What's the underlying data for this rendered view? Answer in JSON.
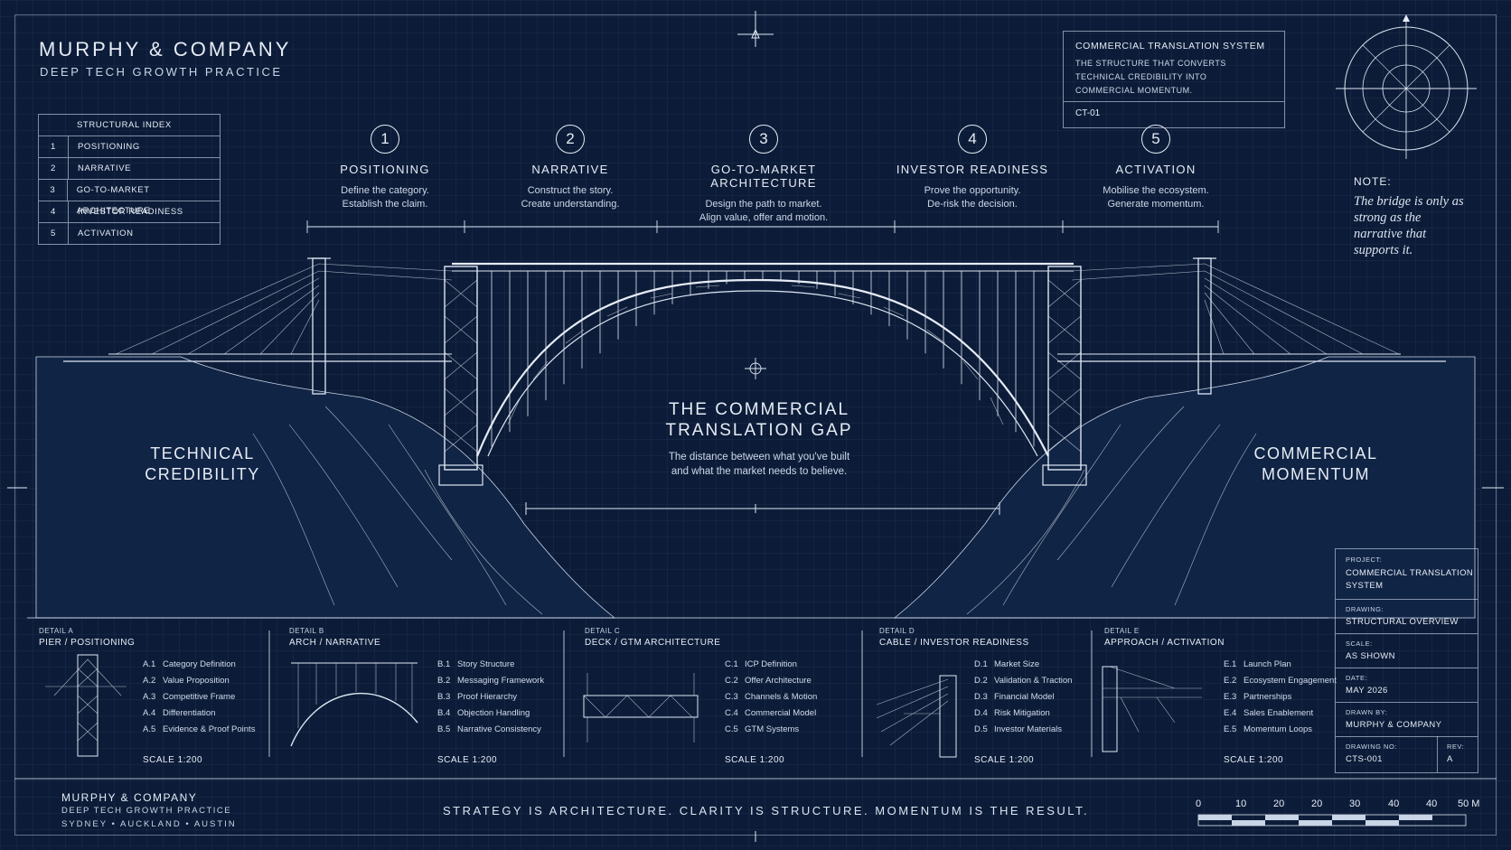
{
  "brand": {
    "name": "MURPHY & COMPANY",
    "subtitle": "DEEP TECH GROWTH PRACTICE"
  },
  "index": {
    "title": "STRUCTURAL INDEX",
    "items": [
      {
        "num": "1",
        "label": "POSITIONING"
      },
      {
        "num": "2",
        "label": "NARRATIVE"
      },
      {
        "num": "3",
        "label": "GO-TO-MARKET ARCHITECTURE"
      },
      {
        "num": "4",
        "label": "INVESTOR READINESS"
      },
      {
        "num": "5",
        "label": "ACTIVATION"
      }
    ]
  },
  "stages": [
    {
      "num": "1",
      "title": "POSITIONING",
      "line1": "Define the category.",
      "line2": "Establish the claim."
    },
    {
      "num": "2",
      "title": "NARRATIVE",
      "line1": "Construct the story.",
      "line2": "Create understanding."
    },
    {
      "num": "3",
      "title": "GO-TO-MARKET ARCHITECTURE",
      "line1": "Design the path to market.",
      "line2": "Align value, offer and motion."
    },
    {
      "num": "4",
      "title": "INVESTOR READINESS",
      "line1": "Prove the opportunity.",
      "line2": "De-risk the decision."
    },
    {
      "num": "5",
      "title": "ACTIVATION",
      "line1": "Mobilise the ecosystem.",
      "line2": "Generate momentum."
    }
  ],
  "system": {
    "title": "COMMERCIAL TRANSLATION SYSTEM",
    "line1": "THE STRUCTURE THAT CONVERTS",
    "line2": "TECHNICAL CREDIBILITY INTO",
    "line3": "COMMERCIAL MOMENTUM.",
    "code": "CT-01"
  },
  "note": {
    "label": "NOTE:",
    "text": "The bridge is only as strong as the narrative that supports it."
  },
  "left_bank": {
    "line1": "TECHNICAL",
    "line2": "CREDIBILITY"
  },
  "right_bank": {
    "line1": "COMMERCIAL",
    "line2": "MOMENTUM"
  },
  "gap": {
    "line1": "THE COMMERCIAL",
    "line2": "TRANSLATION GAP",
    "line3": "The distance between what you've built",
    "line4": "and what the market needs to believe."
  },
  "details": [
    {
      "label": "DETAIL A",
      "title": "PIER / POSITIONING",
      "items": [
        {
          "code": "A.1",
          "text": "Category Definition"
        },
        {
          "code": "A.2",
          "text": "Value Proposition"
        },
        {
          "code": "A.3",
          "text": "Competitive Frame"
        },
        {
          "code": "A.4",
          "text": "Differentiation"
        },
        {
          "code": "A.5",
          "text": "Evidence & Proof Points"
        }
      ],
      "scale": "SCALE 1:200"
    },
    {
      "label": "DETAIL B",
      "title": "ARCH / NARRATIVE",
      "items": [
        {
          "code": "B.1",
          "text": "Story Structure"
        },
        {
          "code": "B.2",
          "text": "Messaging Framework"
        },
        {
          "code": "B.3",
          "text": "Proof Hierarchy"
        },
        {
          "code": "B.4",
          "text": "Objection Handling"
        },
        {
          "code": "B.5",
          "text": "Narrative Consistency"
        }
      ],
      "scale": "SCALE 1:200"
    },
    {
      "label": "DETAIL C",
      "title": "DECK / GTM ARCHITECTURE",
      "items": [
        {
          "code": "C.1",
          "text": "ICP Definition"
        },
        {
          "code": "C.2",
          "text": "Offer Architecture"
        },
        {
          "code": "C.3",
          "text": "Channels & Motion"
        },
        {
          "code": "C.4",
          "text": "Commercial Model"
        },
        {
          "code": "C.5",
          "text": "GTM Systems"
        }
      ],
      "scale": "SCALE 1:200"
    },
    {
      "label": "DETAIL D",
      "title": "CABLE / INVESTOR READINESS",
      "items": [
        {
          "code": "D.1",
          "text": "Market Size"
        },
        {
          "code": "D.2",
          "text": "Validation & Traction"
        },
        {
          "code": "D.3",
          "text": "Financial Model"
        },
        {
          "code": "D.4",
          "text": "Risk Mitigation"
        },
        {
          "code": "D.5",
          "text": "Investor Materials"
        }
      ],
      "scale": "SCALE 1:200"
    },
    {
      "label": "DETAIL E",
      "title": "APPROACH / ACTIVATION",
      "items": [
        {
          "code": "E.1",
          "text": "Launch Plan"
        },
        {
          "code": "E.2",
          "text": "Ecosystem Engagement"
        },
        {
          "code": "E.3",
          "text": "Partnerships"
        },
        {
          "code": "E.4",
          "text": "Sales Enablement"
        },
        {
          "code": "E.5",
          "text": "Momentum Loops"
        }
      ],
      "scale": "SCALE 1:200"
    }
  ],
  "title_block": {
    "project_label": "PROJECT:",
    "project_value_1": "COMMERCIAL TRANSLATION",
    "project_value_2": "SYSTEM",
    "drawing_label": "DRAWING:",
    "drawing_value": "STRUCTURAL OVERVIEW",
    "scale_label": "SCALE:",
    "scale_value": "AS SHOWN",
    "date_label": "DATE:",
    "date_value": "MAY 2026",
    "drawn_label": "DRAWN BY:",
    "drawn_value": "MURPHY & COMPANY",
    "drawing_no_label": "DRAWING NO:",
    "drawing_no_value": "CTS-001",
    "rev_label": "REV:",
    "rev_value": "A"
  },
  "footer": {
    "brand": "MURPHY & COMPANY",
    "subtitle": "DEEP TECH GROWTH PRACTICE",
    "city1": "SYDNEY",
    "city2": "AUCKLAND",
    "city3": "AUSTIN",
    "tagline": "STRATEGY IS ARCHITECTURE.  CLARITY IS STRUCTURE.  MOMENTUM IS THE RESULT."
  },
  "scale_bar": {
    "ticks": [
      "0",
      "10",
      "20",
      "20",
      "30",
      "40",
      "40",
      "50 M"
    ]
  },
  "colors": {
    "background": "#0c1c38",
    "line": "#e6ecf5"
  }
}
